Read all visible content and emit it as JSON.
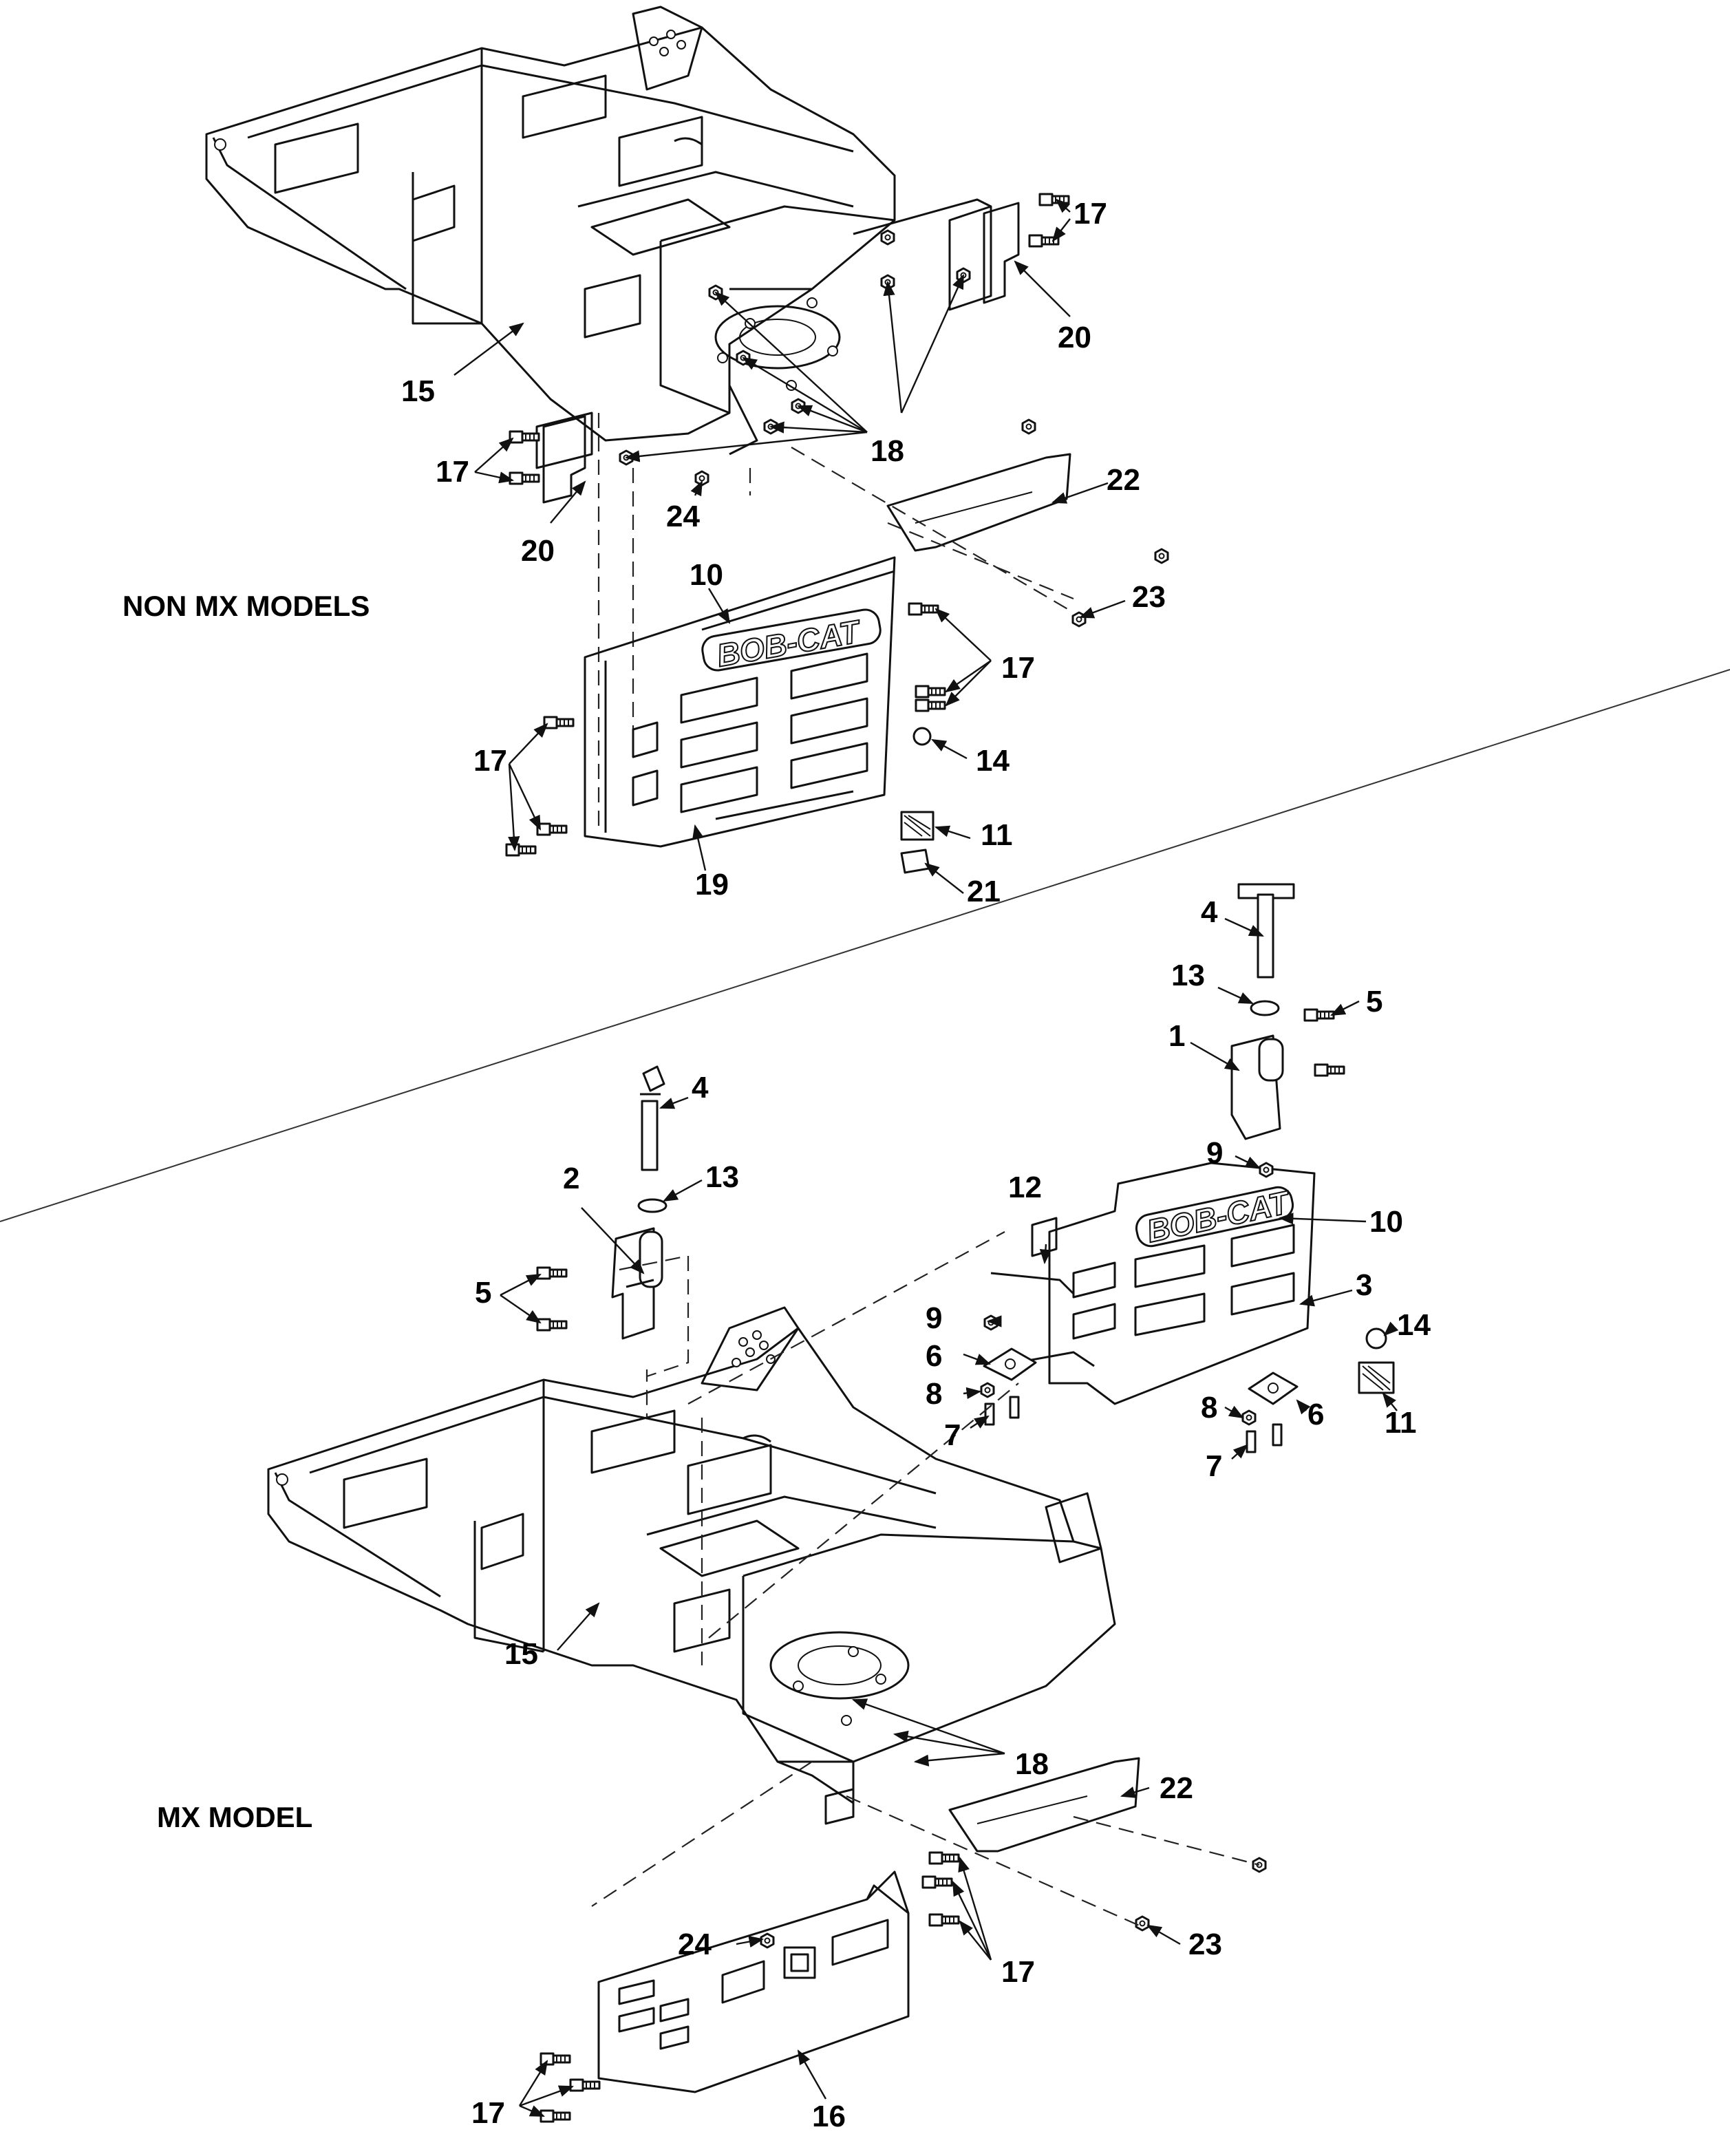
{
  "sections": {
    "non_mx": "NON MX MODELS",
    "mx": "MX MODEL"
  },
  "logo_text": "BOB-CAT",
  "callouts": {
    "c17a": "17",
    "c20a": "20",
    "c15a": "15",
    "c18a": "18",
    "c17b": "17",
    "c20b": "20",
    "c24a": "24",
    "c22a": "22",
    "c23a": "23",
    "c10a": "10",
    "c17c": "17",
    "c14a": "14",
    "c17d": "17",
    "c11a": "11",
    "c19": "19",
    "c21": "21",
    "c4a": "4",
    "c13a": "13",
    "c5a": "5",
    "c1": "1",
    "c9a": "9",
    "c10b": "10",
    "c4b": "4",
    "c13b": "13",
    "c2": "2",
    "c12": "12",
    "c5b": "5",
    "c3": "3",
    "c9b": "9",
    "c14b": "14",
    "c6a": "6",
    "c8a": "8",
    "c7a": "7",
    "c11b": "11",
    "c8b": "8",
    "c6b": "6",
    "c7b": "7",
    "c15b": "15",
    "c18b": "18",
    "c22b": "22",
    "c24b": "24",
    "c17e": "17",
    "c23b": "23",
    "c17f": "17",
    "c16": "16"
  }
}
